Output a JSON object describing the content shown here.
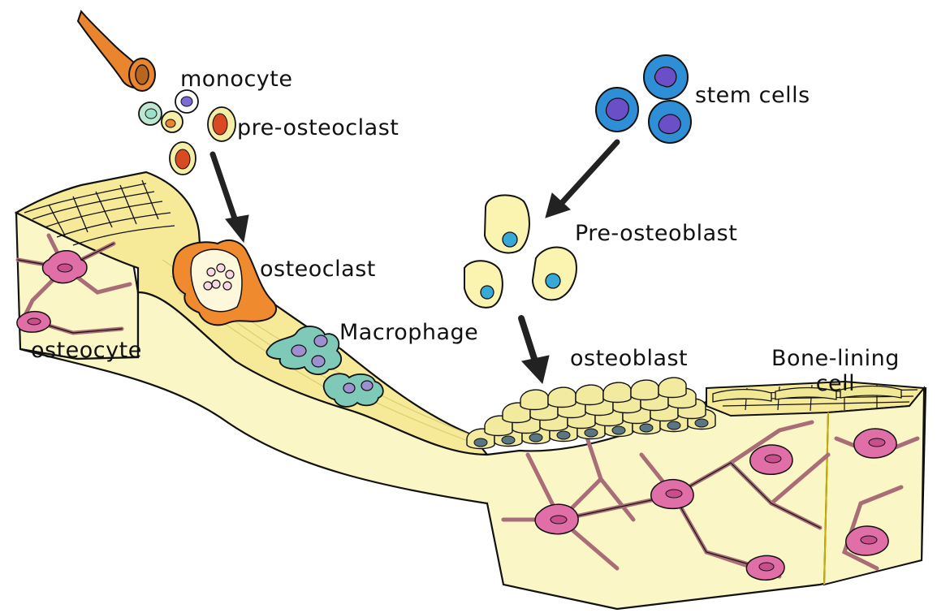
{
  "labels": {
    "monocyte": "monocyte",
    "pre_osteoclast": "pre-osteoclast",
    "stem_cells": "stem cells",
    "pre_osteoblast": "Pre-osteoblast",
    "osteoclast": "osteoclast",
    "macrophage": "Macrophage",
    "osteocyte": "osteocyte",
    "osteoblast": "osteoblast",
    "bone_lining_cell_line1": "Bone-lining",
    "bone_lining_cell_line2": "cell"
  },
  "colors": {
    "outline": "#111111",
    "bone_fill": "#faf6c6",
    "bone_surface": "#f6ea98",
    "bone_edge": "#f1f0c8",
    "osteocyte_pink": "#e06ea7",
    "canal_brown": "#a86d76",
    "vessel_orange": "#e9842f",
    "vessel_inner": "#b7651f",
    "osteoclast_orange": "#ef8b2e",
    "macrophage_teal": "#7fc9b8",
    "macrophage_nucleus": "#9d8fd0",
    "monocyte_mint": "#bfe6d0",
    "monocyte_nucleus": "#7a6bd6",
    "pre_osteoclast_cream": "#f4eea6",
    "pre_osteoclast_nucleus": "#d94a22",
    "stem_blue": "#2f8fd6",
    "stem_nucleus": "#6b4fc6",
    "pre_osteoblast_fill": "#fbf3b0",
    "pre_osteoblast_nucleus": "#36a9d8",
    "osteoblast_fill": "#f2ea9e",
    "osteoblast_nucleus": "#5c7583",
    "arrow": "#222222"
  }
}
